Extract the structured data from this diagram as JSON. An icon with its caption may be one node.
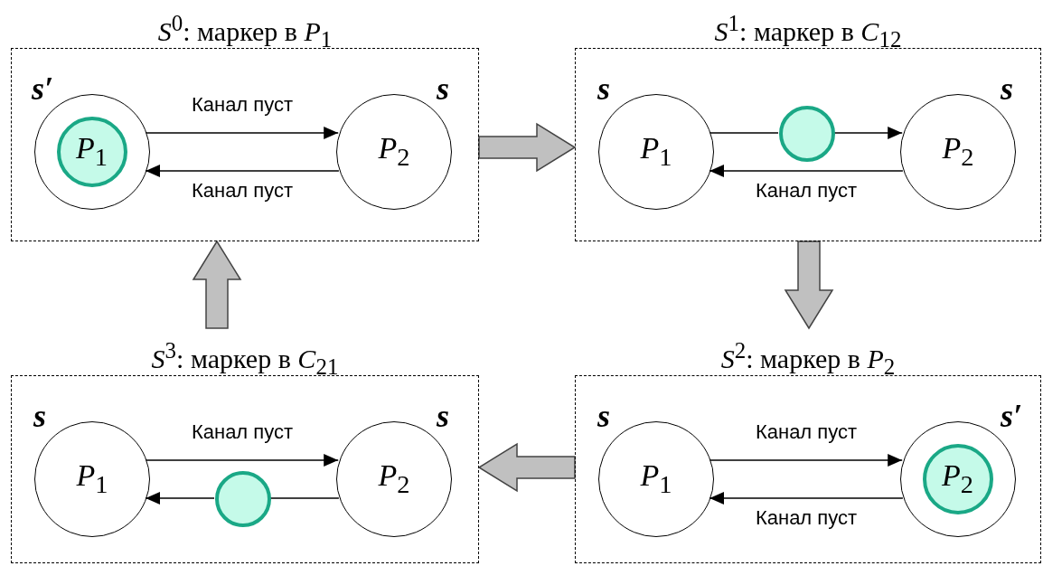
{
  "diagram": {
    "nodes": [
      {
        "text": [
          "*S*$^{0}$: маркер в *P*$_{1}$"
        ]
      },
      {
        "text": [],
        "shape": "circle",
        "in": 0,
        "beside": [
          "s′"
        ]
      },
      {
        "text": [
          "*P*$_{1}$"
        ],
        "in": 1
      },
      {
        "text": [
          "*P*$_{2}$"
        ],
        "in": 0,
        "beside": [
          "s"
        ]
      },
      {
        "text": [
          "*S*$^{1}$: маркер в *C*$_{12}$"
        ]
      },
      {
        "text": [
          "*P*$_{1}$"
        ],
        "in": 4,
        "beside": [
          "s"
        ]
      },
      {
        "text": [],
        "shape": "circle",
        "in": 4
      },
      {
        "text": [
          "*P*$_{2}$"
        ],
        "in": 4,
        "beside": [
          "s"
        ]
      },
      {
        "text": [
          "*S*$^{3}$: маркер в *C*$_{21}$"
        ]
      },
      {
        "text": [
          "*P*$_{1}$"
        ],
        "in": 8,
        "beside": [
          "s"
        ]
      },
      {
        "text": [],
        "shape": "circle",
        "in": 8
      },
      {
        "text": [
          "*P*$_{2}$"
        ],
        "in": 8,
        "beside": [
          "s"
        ]
      },
      {
        "text": [
          "*S*$^{2}$: маркер в *P*$_{2}$"
        ]
      },
      {
        "text": [
          "*P*$_{1}$"
        ],
        "in": 12,
        "beside": [
          "s"
        ]
      },
      {
        "text": [],
        "shape": "circle",
        "in": 12,
        "beside": [
          "s′"
        ]
      },
      {
        "text": [
          "*P*$_{2}$"
        ],
        "in": 14
      }
    ],
    "edges": [
      {
        "from": 1,
        "to": 3,
        "arrow": "to",
        "label": "Канал пуст"
      },
      {
        "from": 3,
        "to": 1,
        "arrow": "to",
        "label": "Канал пуст"
      },
      {
        "from": 5,
        "to": 6,
        "arrow": "none"
      },
      {
        "from": 6,
        "to": 7,
        "arrow": "to"
      },
      {
        "from": 7,
        "to": 5,
        "arrow": "to",
        "label": "Канал пуст"
      },
      {
        "from": 9,
        "to": 11,
        "arrow": "to",
        "label": "Канал пуст"
      },
      {
        "from": 11,
        "to": 10,
        "arrow": "none"
      },
      {
        "from": 10,
        "to": 9,
        "arrow": "to"
      },
      {
        "from": 13,
        "to": 14,
        "arrow": "to",
        "label": "Канал пуст"
      },
      {
        "from": 14,
        "to": 13,
        "arrow": "to",
        "label": "Канал пуст"
      },
      {
        "from": 0,
        "to": 4,
        "arrow": "to",
        "style": "thick",
        "color": "#c0c0c0"
      },
      {
        "from": 4,
        "to": 12,
        "arrow": "to",
        "style": "thick",
        "color": "#c0c0c0"
      },
      {
        "from": 12,
        "to": 8,
        "arrow": "to",
        "style": "thick",
        "color": "#c0c0c0"
      },
      {
        "from": 8,
        "to": 0,
        "arrow": "to",
        "style": "thick",
        "color": "#c0c0c0"
      }
    ]
  }
}
